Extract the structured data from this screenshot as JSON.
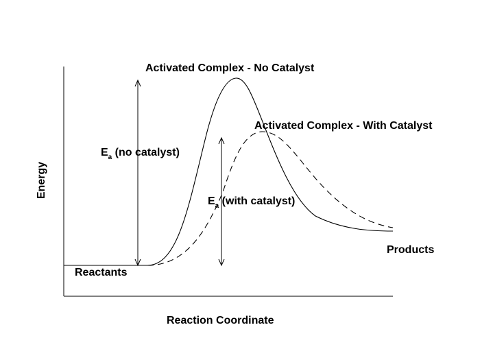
{
  "diagram": {
    "y_axis_label": "Energy",
    "x_axis_label": "Reaction Coordinate",
    "reactants_label": "Reactants",
    "products_label": "Products",
    "peak_no_catalyst_label": "Activated Complex - No Catalyst",
    "peak_with_catalyst_label": "Activated Complex - With Catalyst",
    "ea_no_catalyst": {
      "symbol": "E",
      "subscript": "a",
      "text": " (no catalyst)"
    },
    "ea_with_catalyst": {
      "symbol": "E",
      "subscript": "a",
      "text": " (with catalyst)"
    },
    "colors": {
      "background": "#ffffff",
      "ink": "#000000"
    },
    "curves": [
      {
        "name": "No Catalyst",
        "style": "solid"
      },
      {
        "name": "With Catalyst",
        "style": "dashed"
      }
    ]
  }
}
